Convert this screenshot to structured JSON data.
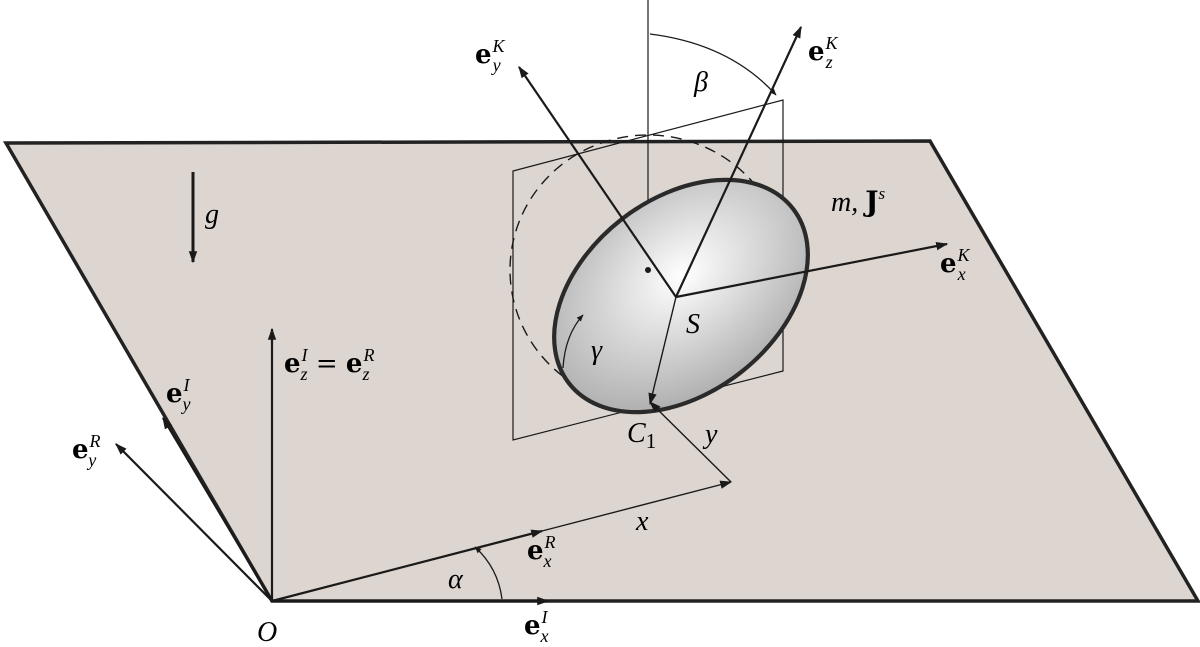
{
  "colors": {
    "plane_fill": "#ddd6d0",
    "plane_stroke": "#222222",
    "line": "#1a1a1a",
    "disk_center": "#ffffff",
    "disk_edge": "#a8a8a8",
    "background": "#ffffff"
  },
  "labels": {
    "gravity": "g",
    "origin": "O",
    "alpha": "α",
    "beta": "β",
    "gamma": "γ",
    "center": "S",
    "contact": "C",
    "contact_sub": "1",
    "x": "x",
    "y": "y",
    "mass": "m, ",
    "inertia": "J",
    "inertia_sup": "s"
  },
  "vectors": {
    "e": "e",
    "ex_I_sub": "x",
    "ex_I_sup": "I",
    "ey_I_sub": "y",
    "ey_I_sup": "I",
    "ez_I_sub": "z",
    "ez_I_sup": "I",
    "equals": " = ",
    "ez_R_sub": "z",
    "ez_R_sup": "R",
    "ex_R_sub": "x",
    "ex_R_sup": "R",
    "ey_R_sub": "y",
    "ey_R_sup": "R",
    "ex_K_sub": "x",
    "ex_K_sup": "K",
    "ey_K_sub": "y",
    "ey_K_sup": "K",
    "ez_K_sub": "z",
    "ez_K_sup": "K"
  }
}
